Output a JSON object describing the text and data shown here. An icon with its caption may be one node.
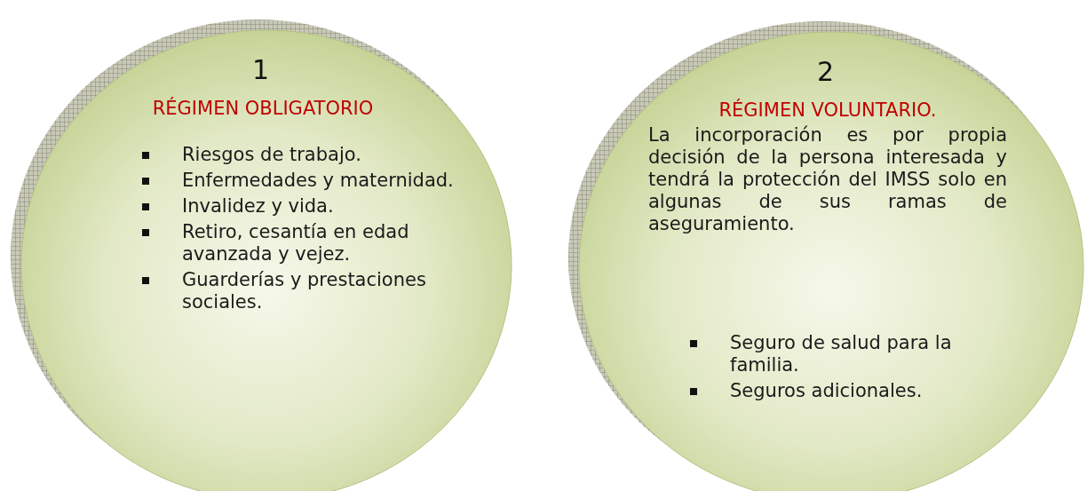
{
  "diagram": {
    "nodes": [
      {
        "text": [
          "1",
          "RÉGIMEN OBLIGATORIO",
          "Riesgos de trabajo.",
          "Enfermedades y maternidad.",
          "Invalidez y vida.",
          "Retiro, cesantía en edad avanzada y vejez.",
          "Guarderías y prestaciones sociales."
        ]
      },
      {
        "text": [
          "2",
          "RÉGIMEN VOLUNTARIO.",
          "La incorporación es por propia decisión de la persona interesada y tendrá la protección del IMSS solo en algunas de sus ramas de aseguramiento.",
          "Seguro de salud para la familia.",
          "Seguros adicionales."
        ]
      }
    ]
  }
}
